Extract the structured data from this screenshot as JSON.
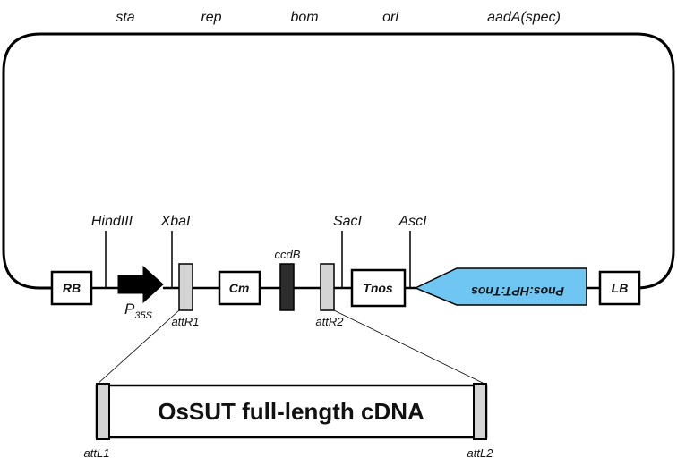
{
  "backbone_genes": [
    "sta",
    "rep",
    "bom",
    "ori",
    "aadA(spec)"
  ],
  "restriction_sites": [
    "HindIII",
    "XbaI",
    "SacI",
    "AscI"
  ],
  "elements": {
    "rb": "RB",
    "cm": "Cm",
    "tnos": "Tnos",
    "lb": "LB",
    "ccdb": "ccdB",
    "hpt_cassette": "Pnos:HPT:Tnos",
    "attr1": "attR1",
    "attr2": "attR2"
  },
  "promoter": {
    "main": "P",
    "sub": "35S"
  },
  "insert": {
    "label": "OsSUT full-length cDNA",
    "att_left": "attL1",
    "att_right": "attL2"
  },
  "colors": {
    "hpt_fill": "#6fc6f2",
    "ccdb_fill": "#2d2d2d",
    "att_fill": "#d4d4d4",
    "promoter_fill": "#000000"
  }
}
